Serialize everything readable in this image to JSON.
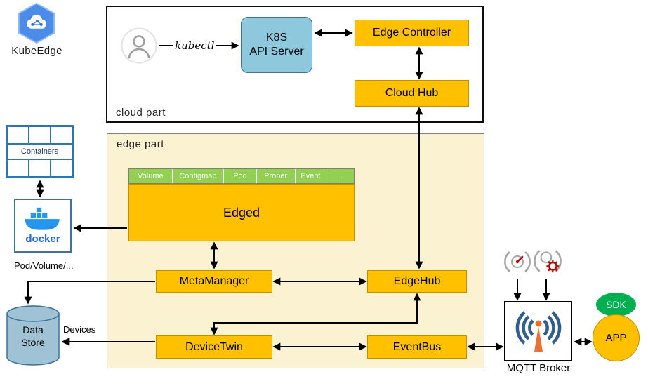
{
  "logo": {
    "label": "KubeEdge"
  },
  "cloud_part": {
    "label": "cloud part",
    "kubectl": "kubectl",
    "api_server_line1": "K8S",
    "api_server_line2": "API Server",
    "edge_controller": "Edge Controller",
    "cloud_hub": "Cloud Hub"
  },
  "edge_part": {
    "label": "edge part",
    "edged": "Edged",
    "edged_tabs": [
      "Volume",
      "Configmap",
      "Pod",
      "Prober",
      "Event",
      "..."
    ],
    "meta_manager": "MetaManager",
    "edge_hub": "EdgeHub",
    "device_twin": "DeviceTwin",
    "event_bus": "EventBus"
  },
  "left_column": {
    "containers": "Containers",
    "docker": "docker",
    "pod_volume": "Pod/Volume/...",
    "data_store": "Data Store",
    "devices": "Devices"
  },
  "right_column": {
    "mqtt_broker": "MQTT Broker",
    "sdk": "SDK",
    "app": "APP"
  },
  "icons": {
    "logo": "kubeedge-hexagon-cloud",
    "user": "person-silhouette",
    "docker": "docker-whale",
    "data_store": "cylinder",
    "mqtt": "antenna-signal-waves",
    "sensor_left": "gauge-sensor",
    "sensor_right": "gear-sensor"
  },
  "colors": {
    "module_orange": "#FFC000",
    "module_border": "#BF9000",
    "api_server_blue": "#8DC8DD",
    "tab_green": "#92D050",
    "edge_bg": "#FBF2D2",
    "cylinder_blue": "#9FC3D5",
    "sdk_green": "#00B050",
    "docker_blue": "#2496ED",
    "grid_blue": "#2E75B6"
  }
}
